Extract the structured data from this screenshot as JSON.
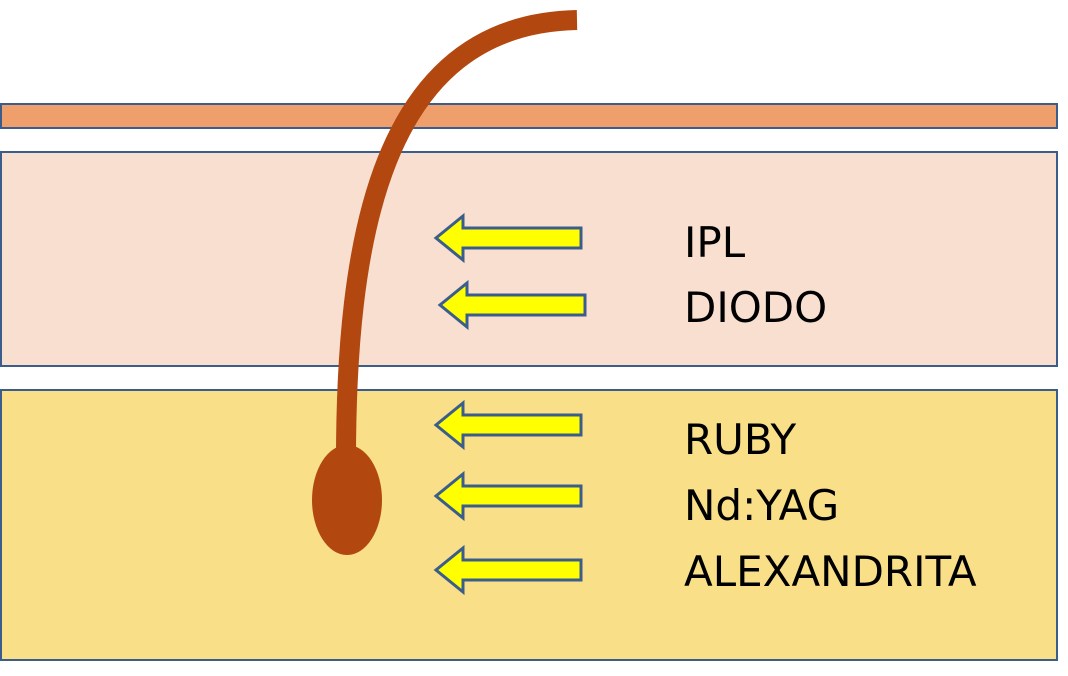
{
  "colors": {
    "epidermis": "#ef9f6c",
    "dermis_upper": "#f8dfcf",
    "dermis_lower": "#f8df88",
    "layer_border": "#3b5d8c",
    "hair": "#b2480f",
    "arrow_fill": "#ffff00",
    "arrow_stroke": "#3b5d8c"
  },
  "lasers": [
    {
      "label": "IPL",
      "layer": "upper"
    },
    {
      "label": "DIODO",
      "layer": "upper"
    },
    {
      "label": "RUBY",
      "layer": "lower"
    },
    {
      "label": "Nd:YAG",
      "layer": "lower"
    },
    {
      "label": "ALEXANDRITA",
      "layer": "lower"
    }
  ]
}
